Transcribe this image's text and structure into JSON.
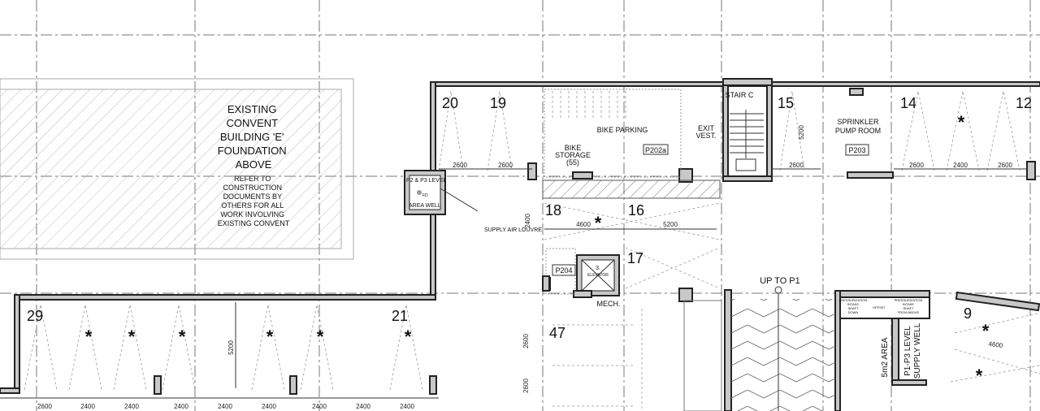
{
  "convent": {
    "title_lines": [
      "EXISTING",
      "CONVENT",
      "BUILDING 'E'",
      "FOUNDATION",
      "ABOVE"
    ],
    "note_lines": [
      "REFER TO",
      "CONSTRUCTION",
      "DOCUMENTS BY",
      "OTHERS FOR ALL",
      "WORK INVOLVING",
      "EXISTING CONVENT"
    ]
  },
  "area_well": {
    "line1": "P2 & P3 LEVEL",
    "fd": "FD",
    "line2": "AREA WELL"
  },
  "supply_air_louvre": "SUPPLY AIR LOUVRE",
  "rooms": {
    "bike_parking": "BIKE PARKING",
    "bike_storage": [
      "BIKE",
      "STORAGE",
      "(55)"
    ],
    "p202a": "P202a",
    "exit_vest": [
      "EXIT",
      "VEST."
    ],
    "stair_c": "STAIR C",
    "sprinkler": [
      "SPRINKLER",
      "PUMP ROOM"
    ],
    "p203": "P203",
    "p204": "P204",
    "elevator": [
      "3.",
      "ELEVATOR"
    ],
    "mech": "MECH.",
    "up_to_p1": "UP TO P1",
    "pressurization_down": [
      "PRESSURIZATION",
      "INTAKE",
      "SHAFT",
      "DOWN"
    ],
    "offset": "OFFSET",
    "pressurization_above": [
      "PRESSURIZATION",
      "INTAKE",
      "SHAFT",
      "FROM ABOVE"
    ],
    "area_5m2": "5m2 AREA",
    "supply_well": [
      "P1-P3 LEVEL",
      "SUPPLY WELL"
    ]
  },
  "stalls": [
    "20",
    "19",
    "18",
    "16",
    "17",
    "15",
    "14",
    "12",
    "29",
    "21",
    "47",
    "9"
  ],
  "dimensions": {
    "top_left": [
      "2600",
      "2600"
    ],
    "mid": [
      "4600",
      "5200",
      "2400"
    ],
    "right": [
      "5200",
      "2600",
      "2600",
      "2400",
      "2600"
    ],
    "bottom": [
      "2600",
      "2400",
      "2400",
      "2400",
      "2400",
      "2400",
      "2400",
      "2400",
      "2400"
    ],
    "bottom_vert": "5200",
    "col47": [
      "2600",
      "2600"
    ],
    "stall9": "4600"
  }
}
